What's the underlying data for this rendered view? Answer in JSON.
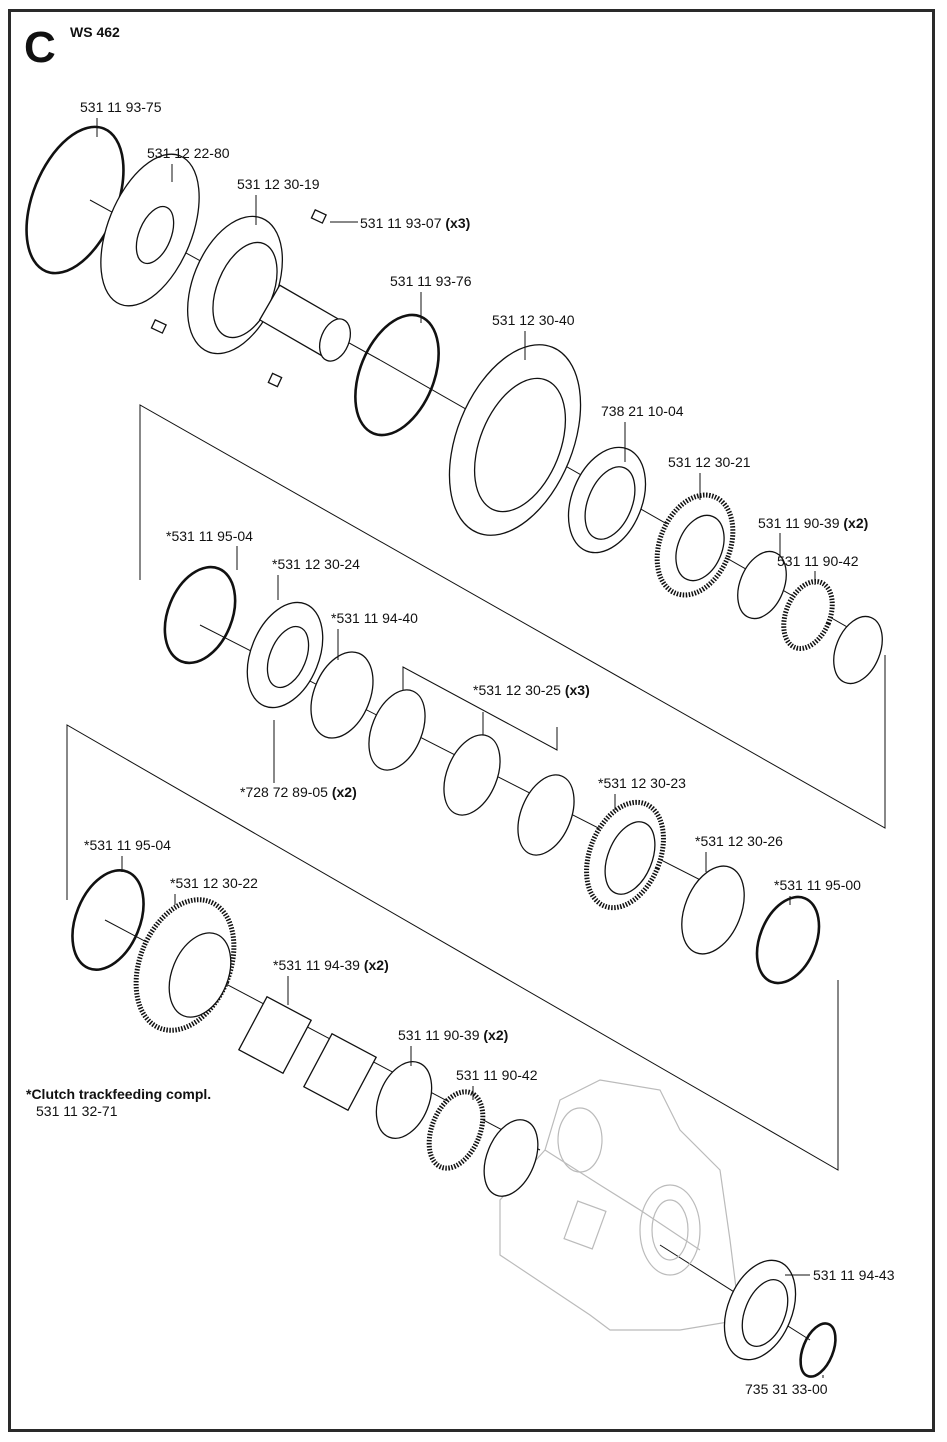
{
  "header": {
    "section": "C",
    "model": "WS 462"
  },
  "note": {
    "title": "*Clutch trackfeeding compl.",
    "part_number": "531 11 32-71"
  },
  "labels": [
    {
      "part": "531 11 93-75",
      "qty": ""
    },
    {
      "part": "531 12 22-80",
      "qty": ""
    },
    {
      "part": "531 12 30-19",
      "qty": ""
    },
    {
      "part": "531 11 93-07",
      "qty": "(x3)"
    },
    {
      "part": "531 11 93-76",
      "qty": ""
    },
    {
      "part": "531 12 30-40",
      "qty": ""
    },
    {
      "part": "738 21 10-04",
      "qty": ""
    },
    {
      "part": "531 12 30-21",
      "qty": ""
    },
    {
      "part": "531 11 90-39",
      "qty": "(x2)"
    },
    {
      "part": "531 11 90-42",
      "qty": ""
    },
    {
      "part": "*531 11 95-04",
      "qty": ""
    },
    {
      "part": "*531 12 30-24",
      "qty": ""
    },
    {
      "part": "*531 11 94-40",
      "qty": ""
    },
    {
      "part": "*531 12 30-25",
      "qty": "(x3)"
    },
    {
      "part": "*728 72 89-05",
      "qty": "(x2)"
    },
    {
      "part": "*531 12 30-23",
      "qty": ""
    },
    {
      "part": "*531 12 30-26",
      "qty": ""
    },
    {
      "part": "*531 11 95-04",
      "qty": ""
    },
    {
      "part": "*531 12 30-22",
      "qty": ""
    },
    {
      "part": "*531 11 95-00",
      "qty": ""
    },
    {
      "part": "*531 11 94-39",
      "qty": "(x2)"
    },
    {
      "part": "531 11 90-39",
      "qty": "(x2)"
    },
    {
      "part": "531 11 90-42",
      "qty": ""
    },
    {
      "part": "531 11 94-43",
      "qty": ""
    },
    {
      "part": "735 31 33-00",
      "qty": ""
    }
  ]
}
